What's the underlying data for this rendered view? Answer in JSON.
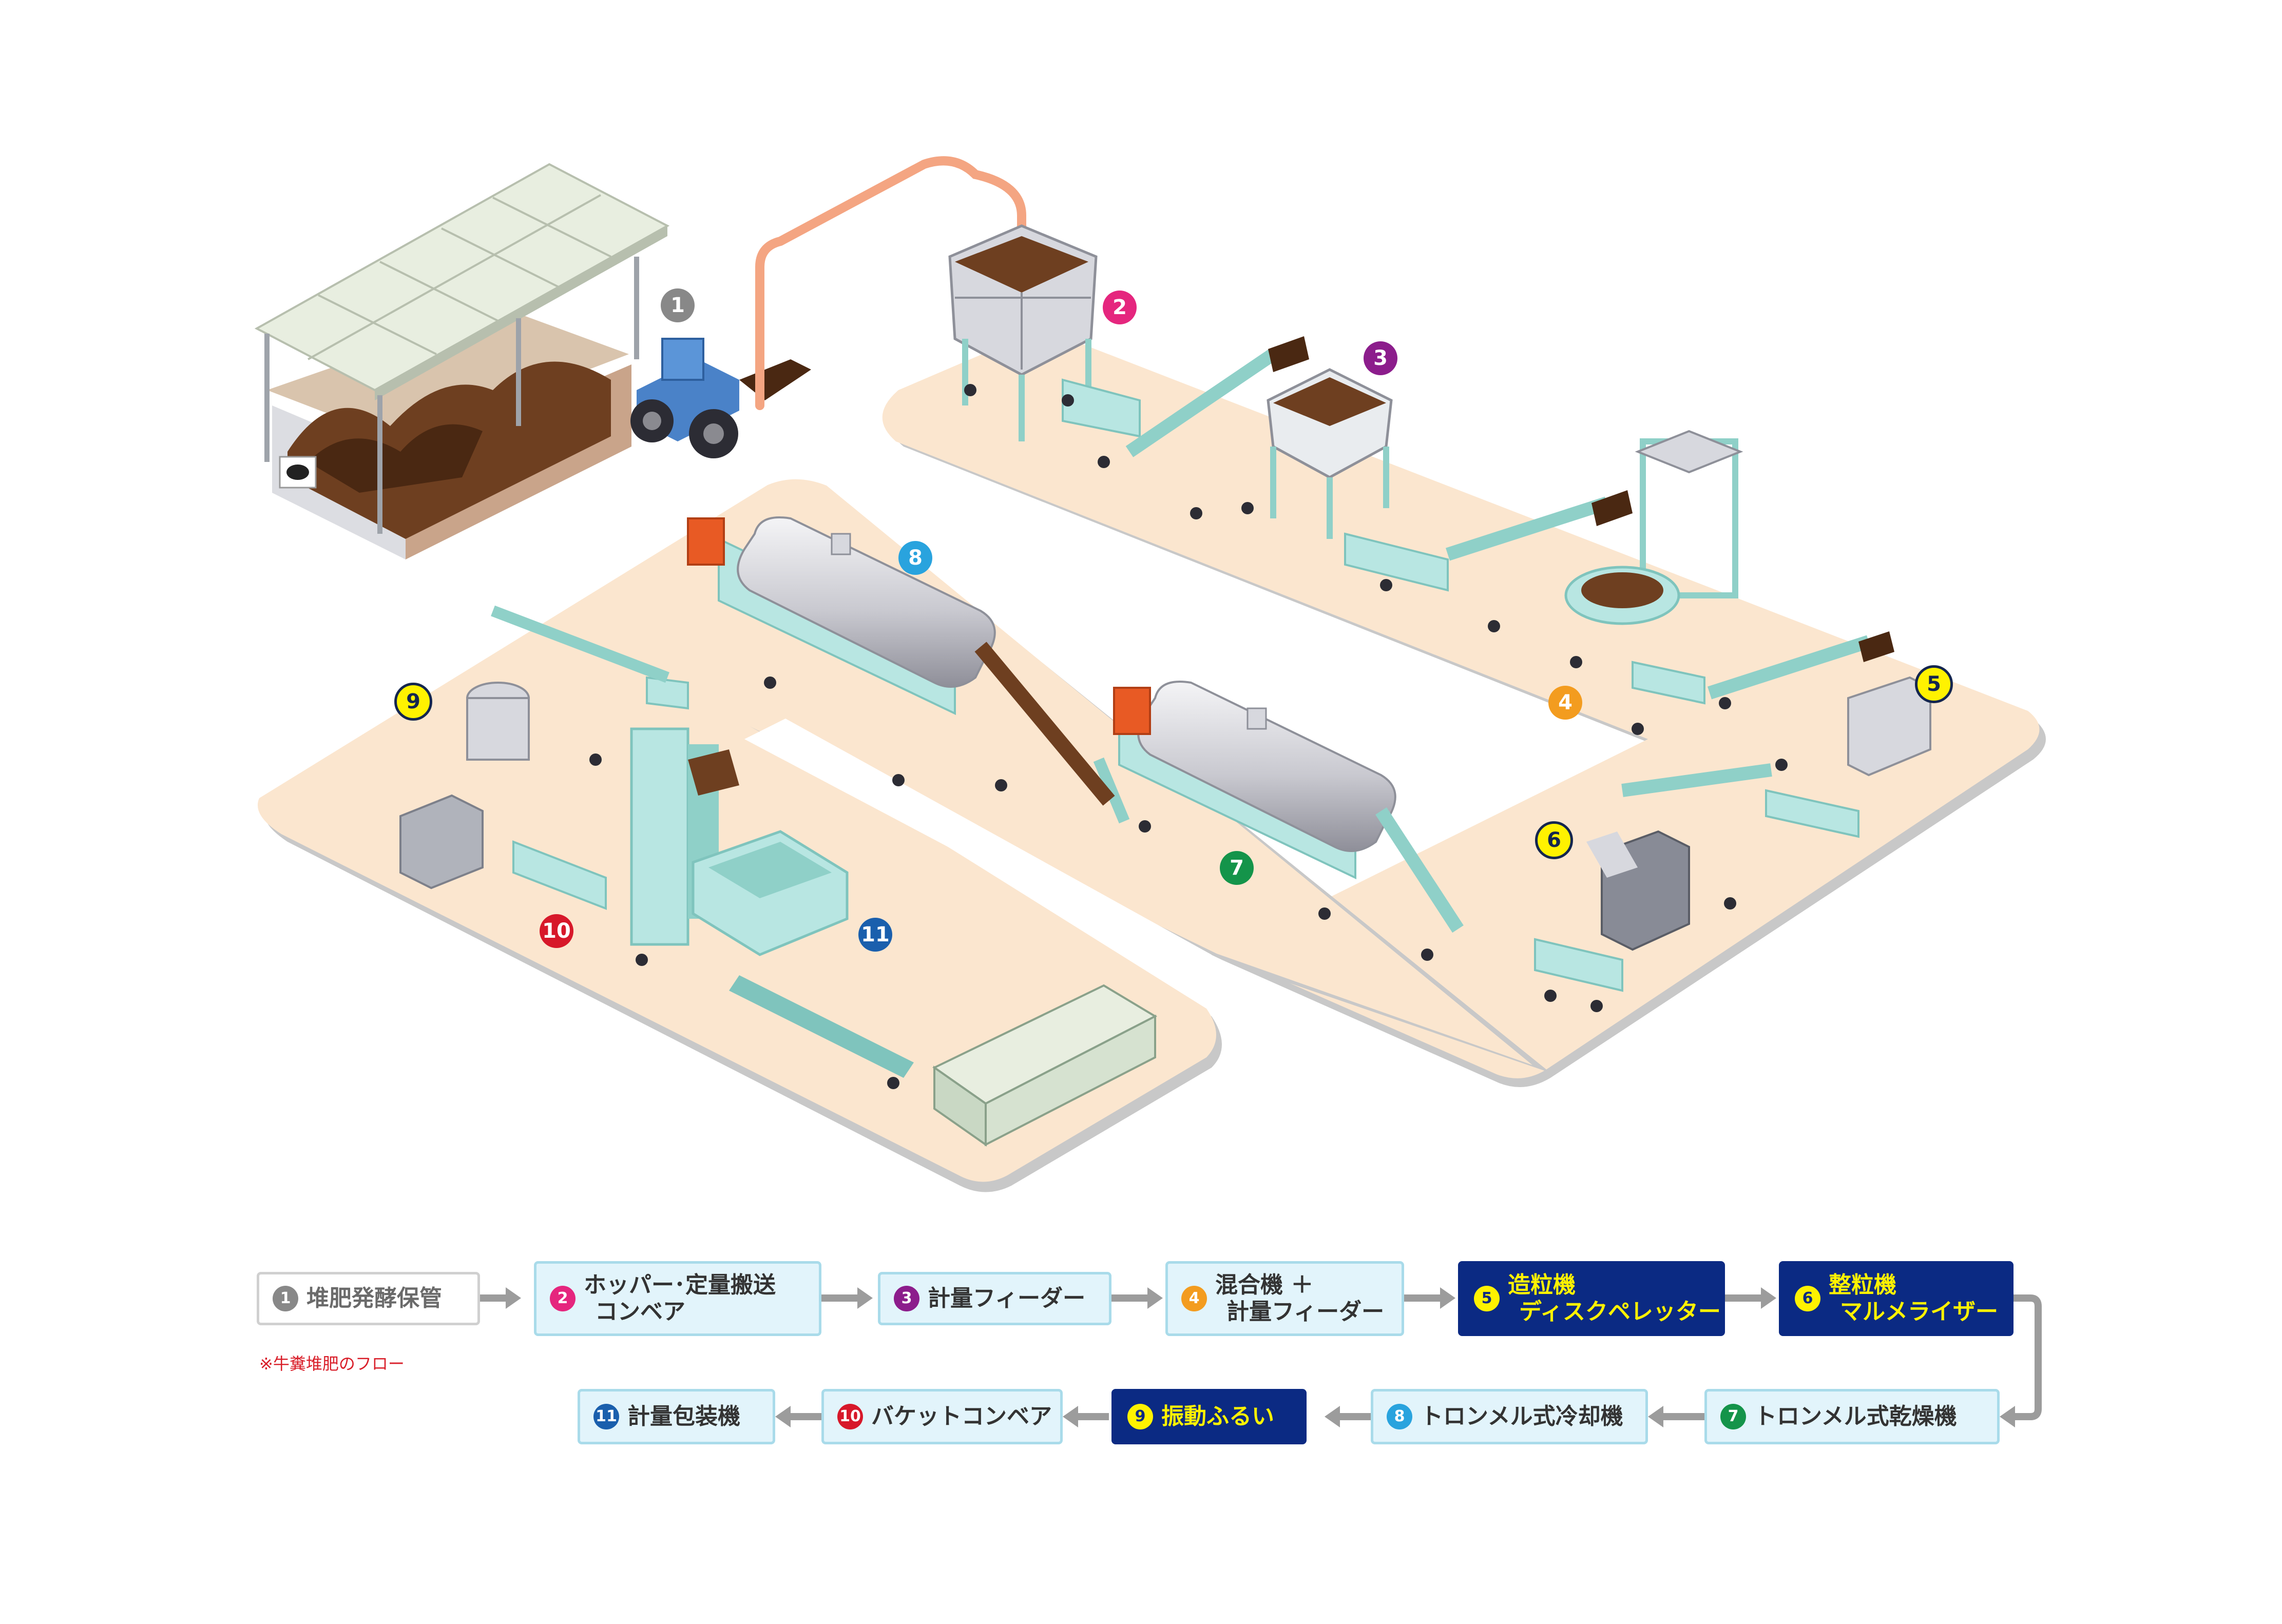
{
  "colors": {
    "floor": "#fbe6cf",
    "floor_edge": "#c8c8c8",
    "machine": "#b8e6e2",
    "machine_dark": "#7fc4bd",
    "conveyor_route": "#f4a582",
    "compost": "#6e3f20",
    "accent_blue": "#0b2a83",
    "accent_yellow": "#fff200"
  },
  "diagram_markers": [
    {
      "num": "1",
      "color": "#888888",
      "highlight": false
    },
    {
      "num": "2",
      "color": "#e5267e",
      "highlight": false
    },
    {
      "num": "3",
      "color": "#8c1d8c",
      "highlight": false
    },
    {
      "num": "4",
      "color": "#f39c1f",
      "highlight": false
    },
    {
      "num": "5",
      "color": "#fff200",
      "highlight": true
    },
    {
      "num": "6",
      "color": "#fff200",
      "highlight": true
    },
    {
      "num": "7",
      "color": "#14944a",
      "highlight": false
    },
    {
      "num": "8",
      "color": "#29a3de",
      "highlight": false
    },
    {
      "num": "9",
      "color": "#fff200",
      "highlight": true
    },
    {
      "num": "10",
      "color": "#d7182a",
      "highlight": false
    },
    {
      "num": "11",
      "color": "#1a5fad",
      "highlight": false
    }
  ],
  "flow": {
    "note": "※牛糞堆肥のフロー",
    "steps": [
      {
        "num": "1",
        "line1": "堆肥発酵保管",
        "line2": "",
        "style": "first",
        "badge_color": "#888888"
      },
      {
        "num": "2",
        "line1": "ホッパー･定量搬送",
        "line2": "コンベア",
        "style": "normal",
        "badge_color": "#e5267e"
      },
      {
        "num": "3",
        "line1": "計量フィーダー",
        "line2": "",
        "style": "normal",
        "badge_color": "#8c1d8c"
      },
      {
        "num": "4",
        "line1": "混合機 ＋",
        "line2": "計量フィーダー",
        "style": "normal",
        "badge_color": "#f39c1f"
      },
      {
        "num": "5",
        "line1": "造粒機",
        "line2": "ディスクペレッター",
        "style": "hl",
        "badge_color": "#fff200"
      },
      {
        "num": "6",
        "line1": "整粒機",
        "line2": "マルメライザー",
        "style": "hl",
        "badge_color": "#fff200"
      },
      {
        "num": "7",
        "line1": "トロンメル式乾燥機",
        "line2": "",
        "style": "normal",
        "badge_color": "#14944a"
      },
      {
        "num": "8",
        "line1": "トロンメル式冷却機",
        "line2": "",
        "style": "normal",
        "badge_color": "#29a3de"
      },
      {
        "num": "9",
        "line1": "振動ふるい",
        "line2": "",
        "style": "hl",
        "badge_color": "#fff200"
      },
      {
        "num": "10",
        "line1": "バケットコンベア",
        "line2": "",
        "style": "normal",
        "badge_color": "#d7182a"
      },
      {
        "num": "11",
        "line1": "計量包装機",
        "line2": "",
        "style": "normal",
        "badge_color": "#1a5fad"
      }
    ]
  }
}
